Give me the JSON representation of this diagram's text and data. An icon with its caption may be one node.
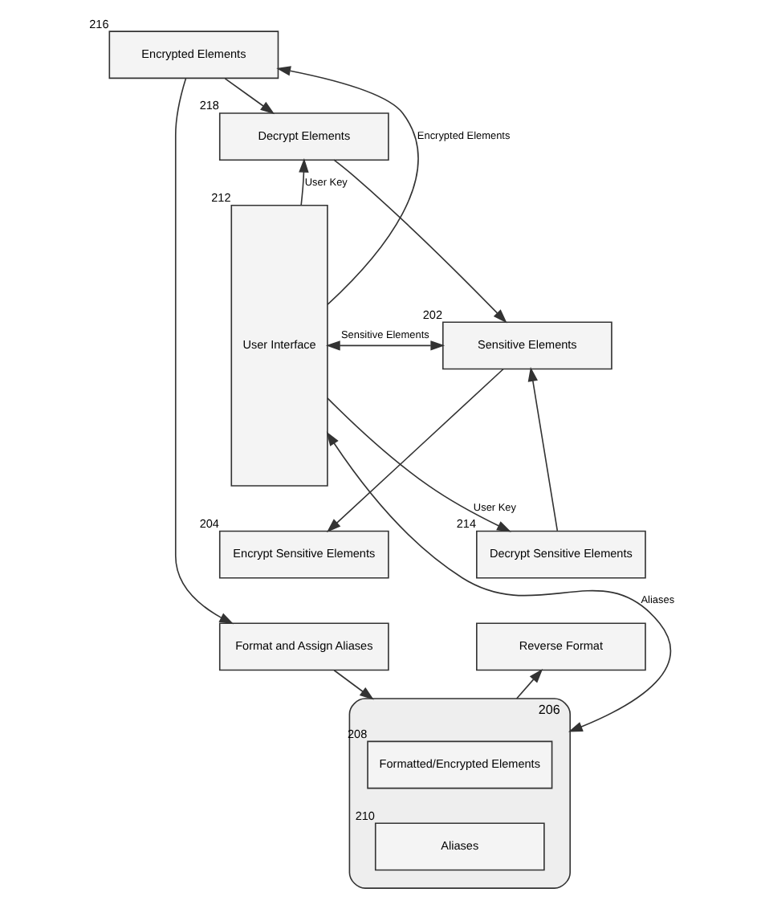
{
  "diagram": {
    "nodes": [
      {
        "text": [
          "Encrypted Elements"
        ],
        "beside": [
          "216"
        ]
      },
      {
        "text": [
          "Decrypt Elements"
        ],
        "beside": [
          "218"
        ]
      },
      {
        "text": [
          "Sensitive Elements"
        ],
        "beside": [
          "202"
        ]
      },
      {
        "text": [
          "Encrypt Sensitive Elements"
        ],
        "beside": [
          "204"
        ]
      },
      {
        "text": [
          "Decrypt Sensitive Elements"
        ],
        "beside": [
          "214"
        ]
      },
      {
        "text": [
          "Format and Assign Aliases"
        ]
      },
      {
        "text": [
          "Reverse Format"
        ]
      },
      {
        "text": [],
        "shape": "cylinder",
        "beside": [
          "206"
        ]
      },
      {
        "text": [
          "Formatted/Encrypted Elements"
        ],
        "in": 7,
        "beside": [
          "208"
        ]
      },
      {
        "text": [
          "Aliases"
        ],
        "in": 7,
        "beside": [
          "210"
        ]
      },
      {
        "text": [
          "User Interface"
        ],
        "beside": [
          "212"
        ]
      }
    ],
    "edges": [
      {
        "from": 10,
        "to": 0,
        "arrow": "to",
        "label": "Encrypted Elements"
      },
      {
        "from": 0,
        "to": 1,
        "arrow": "to"
      },
      {
        "from": 10,
        "to": 1,
        "arrow": "to",
        "label": "User Key"
      },
      {
        "from": 1,
        "to": 2,
        "arrow": "to"
      },
      {
        "from": 2,
        "to": 10,
        "arrow": "both",
        "label": "Sensitive Elements"
      },
      {
        "from": 2,
        "to": 3,
        "arrow": "to"
      },
      {
        "from": 4,
        "to": 2,
        "arrow": "to"
      },
      {
        "from": 10,
        "to": 4,
        "arrow": "to",
        "label": "User Key"
      },
      {
        "from": 0,
        "to": 5,
        "arrow": "to"
      },
      {
        "from": 5,
        "to": 7,
        "arrow": "to"
      },
      {
        "from": 7,
        "to": 6,
        "arrow": "to"
      },
      {
        "from": 7,
        "to": 10,
        "arrow": "both",
        "label": "Aliases"
      }
    ]
  }
}
